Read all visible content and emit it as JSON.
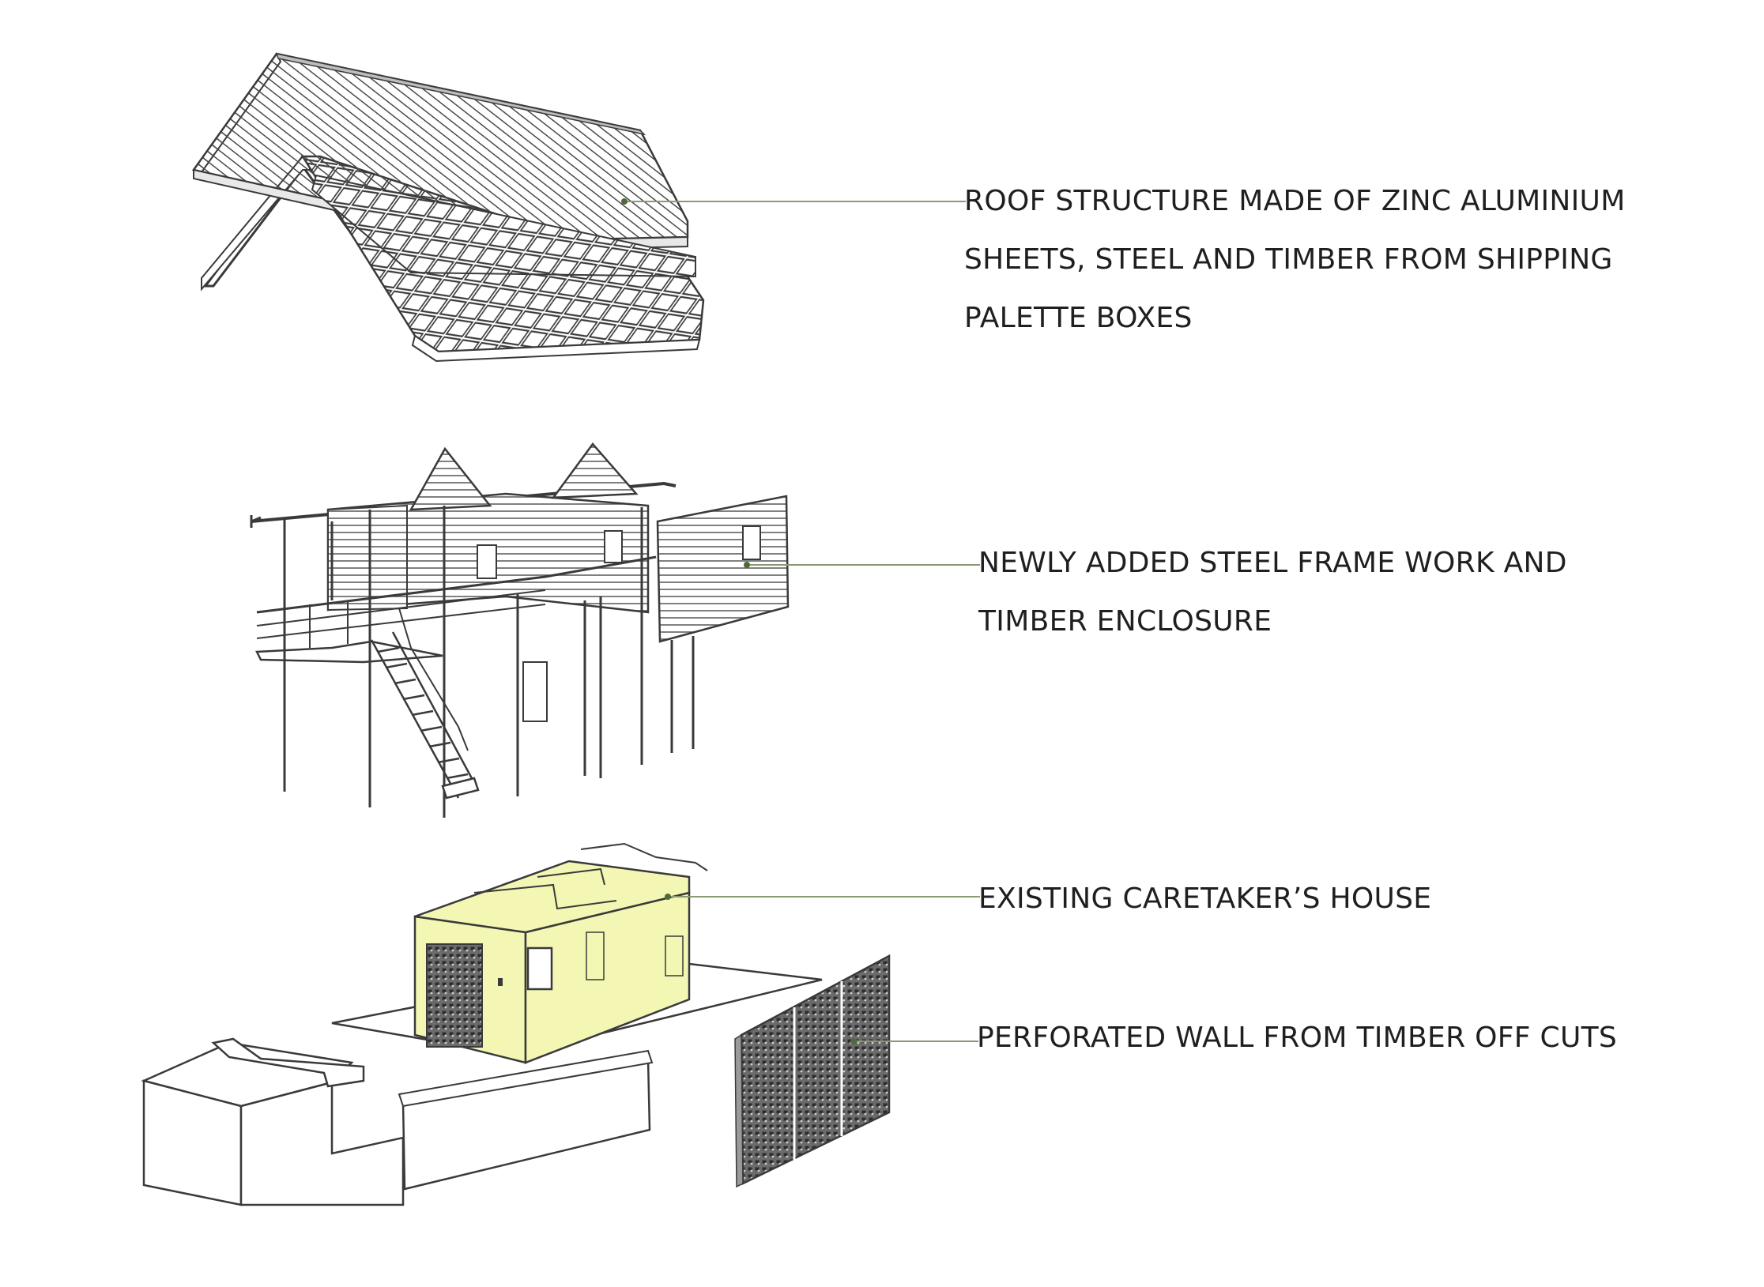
{
  "labels": {
    "roof": {
      "lines": [
        "ROOF STRUCTURE MADE OF ZINC ALUMINIUM",
        "SHEETS, STEEL AND TIMBER FROM SHIPPING",
        "PALETTE BOXES"
      ]
    },
    "frame": {
      "lines": [
        "NEWLY ADDED STEEL FRAME WORK AND",
        "TIMBER ENCLOSURE"
      ]
    },
    "house": {
      "lines": [
        "EXISTING CARETAKER’S HOUSE"
      ]
    },
    "wall": {
      "lines": [
        "PERFORATED WALL FROM TIMBER OFF CUTS"
      ]
    }
  },
  "colors": {
    "leader_line": "#8a9a72",
    "leader_dot": "#4f6a3a",
    "house_fill": "#f4f7b4",
    "linework": "#3a3a3a"
  }
}
